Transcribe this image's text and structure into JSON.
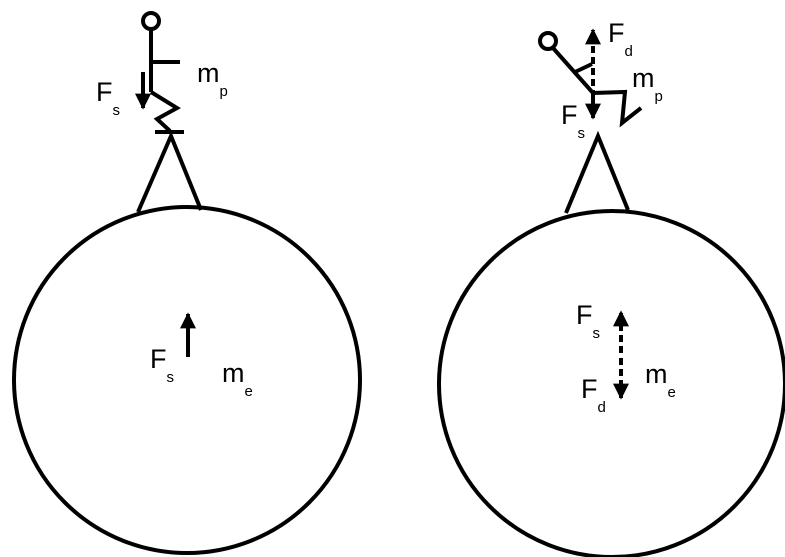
{
  "colors": {
    "ink": "#000000",
    "background": "#ffffff"
  },
  "left_scene": {
    "person": {
      "force": {
        "main": "F",
        "sub": "s"
      },
      "mass": {
        "main": "m",
        "sub": "p"
      }
    },
    "earth": {
      "force": {
        "main": "F",
        "sub": "s"
      },
      "mass": {
        "main": "m",
        "sub": "e"
      }
    }
  },
  "right_scene": {
    "person": {
      "force_up": {
        "main": "F",
        "sub": "d"
      },
      "force_down": {
        "main": "F",
        "sub": "s"
      },
      "mass": {
        "main": "m",
        "sub": "p"
      }
    },
    "earth": {
      "force_up": {
        "main": "F",
        "sub": "s"
      },
      "force_down": {
        "main": "F",
        "sub": "d"
      },
      "mass": {
        "main": "m",
        "sub": "e"
      }
    }
  }
}
